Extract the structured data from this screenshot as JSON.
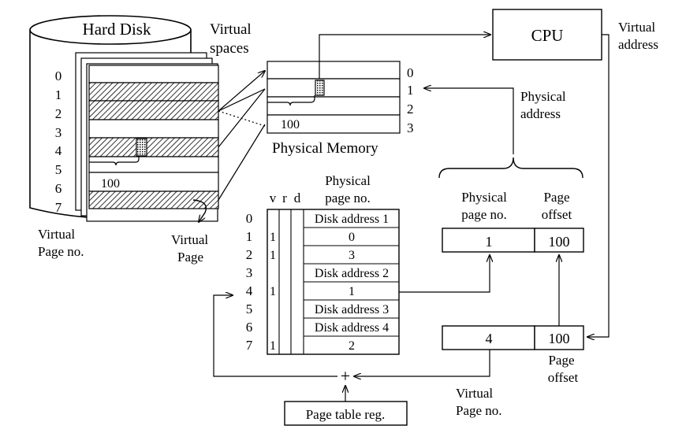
{
  "hard_disk": {
    "title": "Hard Disk",
    "row_numbers": [
      "0",
      "1",
      "2",
      "3",
      "4",
      "5",
      "6",
      "7"
    ],
    "offset_label": "100",
    "virtual_page_no_label": [
      "Virtual",
      "Page no."
    ],
    "virtual_page_label": [
      "Virtual",
      "Page"
    ]
  },
  "virtual_spaces_label": [
    "Virtual",
    "spaces"
  ],
  "physical_memory": {
    "title": "Physical Memory",
    "row_numbers": [
      "0",
      "1",
      "2",
      "3"
    ],
    "offset_label": "100"
  },
  "cpu": {
    "label": "CPU",
    "virtual_address_label": [
      "Virtual",
      "address"
    ]
  },
  "physical_address_label": [
    "Physical",
    "address"
  ],
  "page_table": {
    "flag_headers": [
      "v",
      "r",
      "d"
    ],
    "col_header": [
      "Physical",
      "page no."
    ],
    "rows": [
      {
        "index": "0",
        "v": "",
        "entry": "Disk address 1"
      },
      {
        "index": "1",
        "v": "1",
        "entry": "0"
      },
      {
        "index": "2",
        "v": "1",
        "entry": "3"
      },
      {
        "index": "3",
        "v": "",
        "entry": "Disk address 2"
      },
      {
        "index": "4",
        "v": "1",
        "entry": "1"
      },
      {
        "index": "5",
        "v": "",
        "entry": "Disk address 3"
      },
      {
        "index": "6",
        "v": "",
        "entry": "Disk address 4"
      },
      {
        "index": "7",
        "v": "1",
        "entry": "2"
      }
    ]
  },
  "physical_address_box": {
    "header_page_no": [
      "Physical",
      "page no."
    ],
    "header_offset": [
      "Page",
      "offset"
    ],
    "page_no": "1",
    "offset": "100"
  },
  "virtual_address_box": {
    "page_no": "4",
    "offset": "100",
    "offset_label": [
      "Page",
      "offset"
    ],
    "page_no_label": [
      "Virtual",
      "Page no."
    ]
  },
  "adder": {
    "symbol": "+"
  },
  "page_table_reg": {
    "label": "Page table reg."
  }
}
